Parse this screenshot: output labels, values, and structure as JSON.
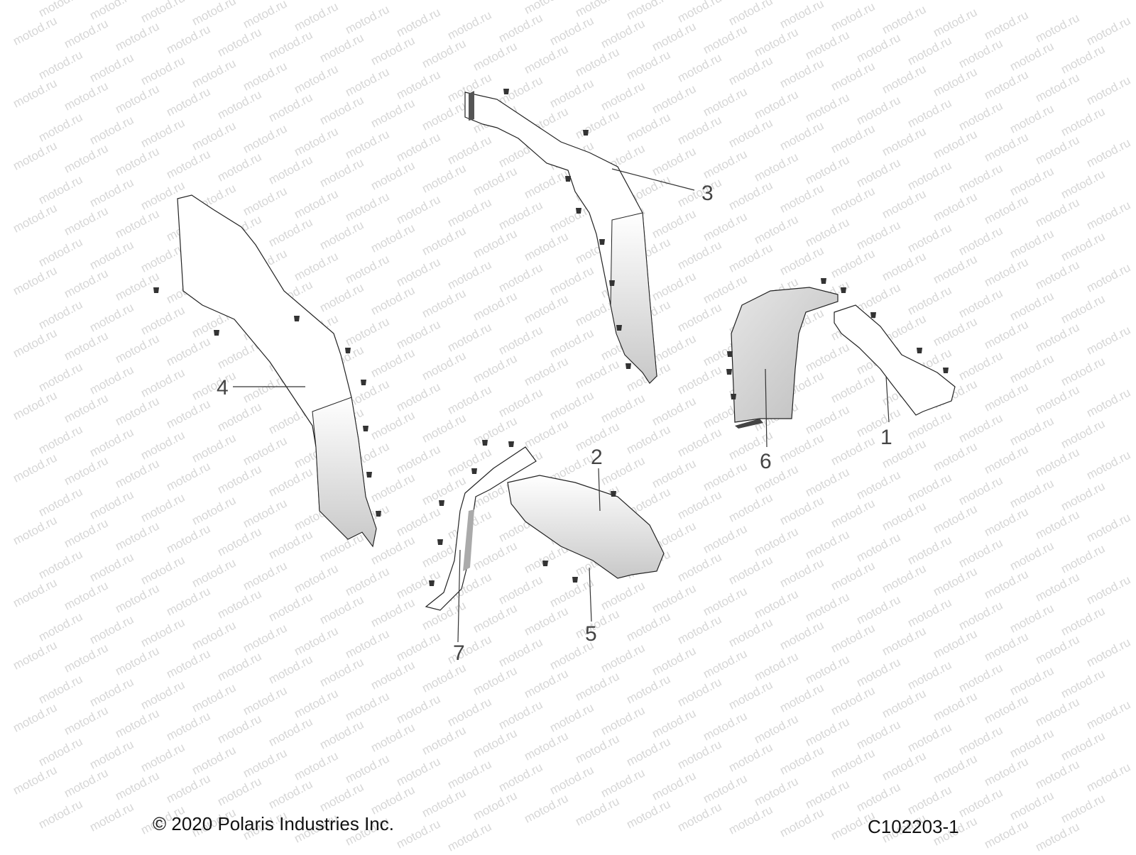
{
  "watermark": {
    "text": "motod.ru"
  },
  "callouts": [
    {
      "id": "1",
      "label": "1"
    },
    {
      "id": "2",
      "label": "2"
    },
    {
      "id": "3",
      "label": "3"
    },
    {
      "id": "4",
      "label": "4"
    },
    {
      "id": "5",
      "label": "5"
    },
    {
      "id": "6",
      "label": "6"
    },
    {
      "id": "7",
      "label": "7"
    }
  ],
  "footer": {
    "copyright": "© 2020 Polaris Industries Inc.",
    "figure_id": "C102203-1"
  },
  "colors": {
    "line": "#222222",
    "shade": "#cfcfcf",
    "watermark": "#d6d6d6"
  }
}
